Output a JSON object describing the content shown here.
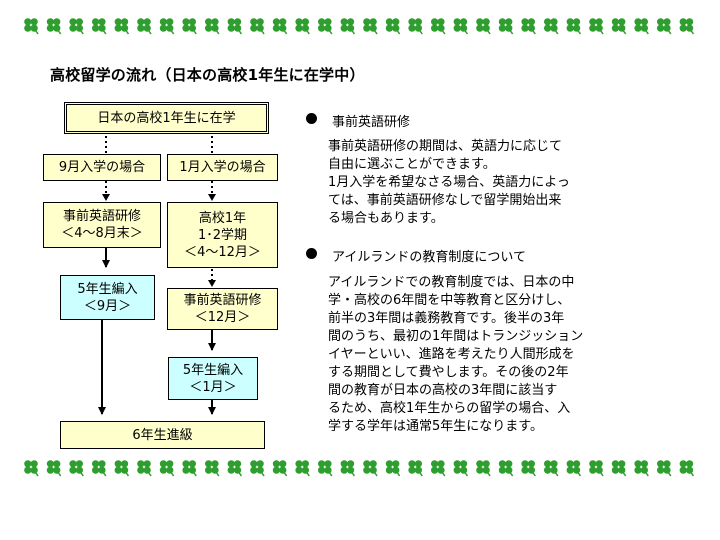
{
  "title": "高校留学の流れ（日本の高校1年生に在学中）",
  "flow": {
    "top": "日本の高校1年生に在学",
    "left_case": "9月入学の場合",
    "right_case": "1月入学の場合",
    "left_pre": [
      "事前英語研修",
      "＜4〜8月末＞"
    ],
    "right_school": [
      "高校1年",
      "1･2学期",
      "＜4〜12月＞"
    ],
    "left_enroll": [
      "5年生編入",
      "＜9月＞"
    ],
    "right_pre": [
      "事前英語研修",
      "＜12月＞"
    ],
    "right_enroll": [
      "5年生編入",
      "＜1月＞"
    ],
    "bottom": "6年生進級"
  },
  "section1": {
    "heading": "事前英語研修",
    "lines": [
      "事前英語研修の期間は、英語力に応じて",
      "自由に選ぶことができます。",
      "1月入学を希望なさる場合、英語力によっ",
      "ては、事前英語研修なしで留学開始出来",
      "る場合もあります。"
    ]
  },
  "section2": {
    "heading": "アイルランドの教育制度について",
    "lines": [
      "アイルランドでの教育制度では、日本の中",
      "学・高校の6年間を中等教育と区分けし、",
      "前半の3年間は義務教育です。後半の3年",
      "間のうち、最初の1年間はトランジッション",
      "イヤーといい、進路を考えたり人間形成を",
      "する期間として費やします。その後の2年",
      "間の教育が日本の高校の3年間に該当す",
      "るため、高校1年生からの留学の場合、入",
      "学する学年は通常5年生になります。"
    ]
  },
  "colors": {
    "box_yellow": "#ffffcc",
    "box_cyan": "#ccffff",
    "clover_green": "#2e9e2e"
  },
  "icons": {
    "border": "clover-icon",
    "bullet": "filled-circle-icon"
  }
}
